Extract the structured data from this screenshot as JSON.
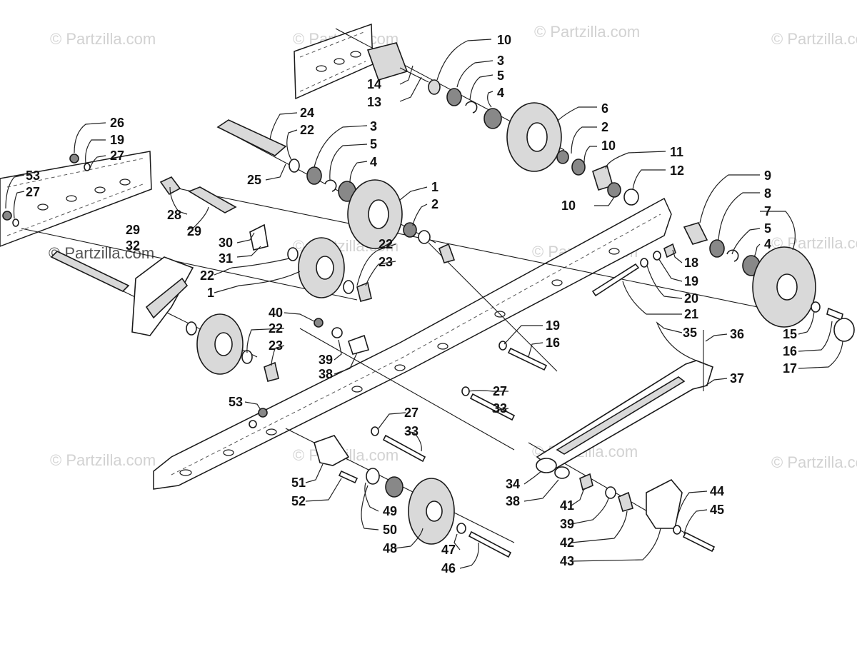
{
  "watermark": {
    "text": "© Partzilla.com"
  },
  "callouts": [
    "10",
    "3",
    "5",
    "4",
    "14",
    "13",
    "6",
    "2",
    "10",
    "11",
    "12",
    "26",
    "19",
    "27",
    "24",
    "22",
    "3",
    "5",
    "4",
    "25",
    "53",
    "27",
    "1",
    "2",
    "9",
    "8",
    "7",
    "5",
    "4",
    "10",
    "28",
    "29",
    "29",
    "32",
    "30",
    "31",
    "22",
    "1",
    "22",
    "23",
    "18",
    "19",
    "20",
    "21",
    "40",
    "22",
    "23",
    "39",
    "38",
    "19",
    "16",
    "35",
    "36",
    "37",
    "15",
    "16",
    "17",
    "27",
    "33",
    "53",
    "27",
    "33",
    "34",
    "38",
    "41",
    "39",
    "42",
    "43",
    "44",
    "45",
    "51",
    "52",
    "49",
    "50",
    "48",
    "47",
    "46"
  ],
  "colors": {
    "line": "#1a1a1a",
    "text": "#111111",
    "watermark": "#d2d2d2",
    "part_fill": "#d9d9d9",
    "dark_fill": "#888888"
  }
}
